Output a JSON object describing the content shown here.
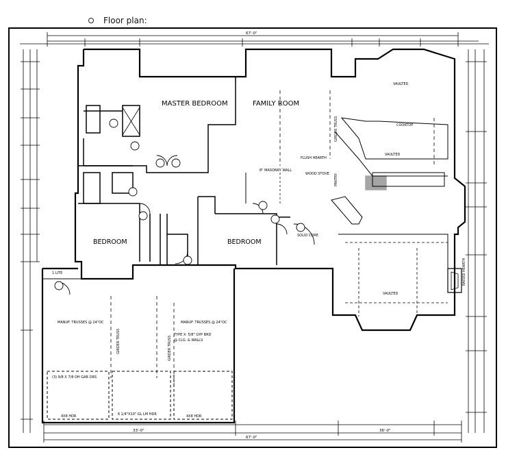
{
  "caption": "Floor plan:",
  "rooms": {
    "master_bedroom": "MASTER BEDROOM",
    "family_room": "FAMILY ROOM",
    "bedroom_left": "BEDROOM",
    "bedroom_right": "BEDROOM"
  },
  "notes": {
    "vaulted_top": "VAULTED",
    "vaulted_kitchen": "VAULTED",
    "vaulted_lower": "VAULTED",
    "flush_hearth": "FLUSH HEARTH",
    "masonry_wall": "8\" MASONRY WALL",
    "wood_stove": "WOOD STOVE",
    "pantry": "PANTRY",
    "cooktop": "COOKTOP",
    "raised_hearth": "RAISED HEARTH",
    "solid_core": "SOLID CORE",
    "lite": "1 LITE",
    "manuf_trusses_a": "MANUF. TRUSSES @ 24\"OC",
    "manuf_trusses_b": "MANUF. TRUSSES @ 24\"OC",
    "girder_truss_a": "GIRDER TRUSS",
    "girder_truss_b": "GIRDER TRUSS",
    "girder_truss_c": "GIRDER TRUSS",
    "type_x": "TYPE X- 5/8\" GYP BRD",
    "ceil_walls": "@ CLG. & WALLS",
    "gar_drs": "(3) 9/8 X 7/8 OH GAR DRS",
    "hdr_a": "4X8 HDR",
    "hdr_b": "4X8 HDR",
    "hdr_c": "6 1/4\"X10\" GL LM HDR"
  },
  "dimensions": {
    "overall_top": "67'-0\"",
    "overall_bottom": "67'-0\"",
    "bottom_left": "33'-0\"",
    "bottom_right": "36'-0\""
  }
}
